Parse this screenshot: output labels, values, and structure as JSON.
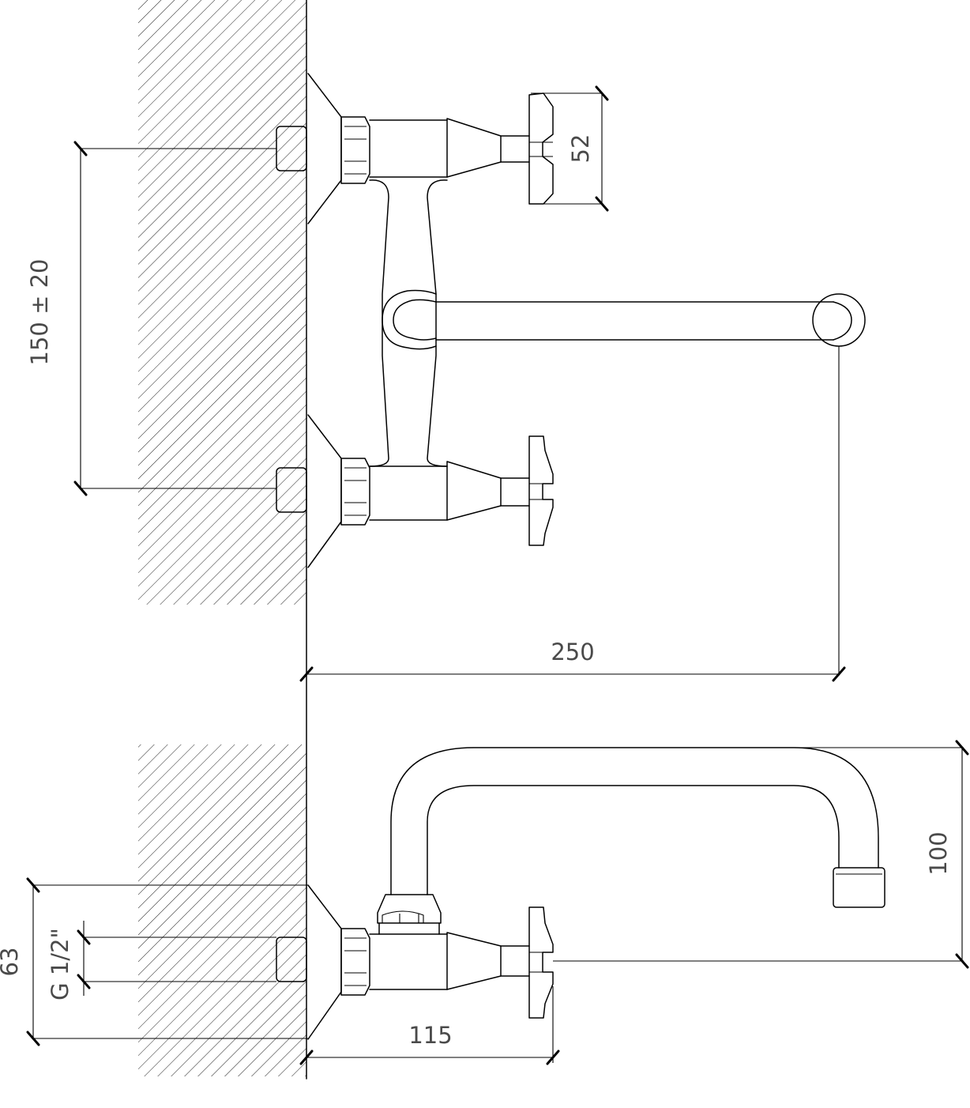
{
  "dimensions": {
    "top_view": {
      "handle_height": "52",
      "spacing": "150 ± 20",
      "spout_reach": "250"
    },
    "side_view": {
      "spout_height": "100",
      "wall_to_handle": "115",
      "overall_height": "63",
      "thread": "G 1/2\""
    }
  }
}
